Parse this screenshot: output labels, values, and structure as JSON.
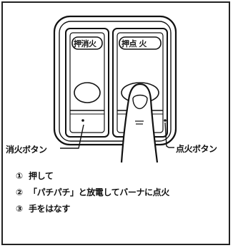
{
  "buttons": {
    "off_button_face": "押消火",
    "on_button_face": "押点 火"
  },
  "callouts": {
    "off_label": "消火ボタン",
    "on_label": "点火ボタン"
  },
  "steps": [
    {
      "num": "①",
      "text": "押して"
    },
    {
      "num": "②",
      "text": "「パチパチ」と放電してバーナに点火"
    },
    {
      "num": "③",
      "text": "手をはなす"
    }
  ]
}
